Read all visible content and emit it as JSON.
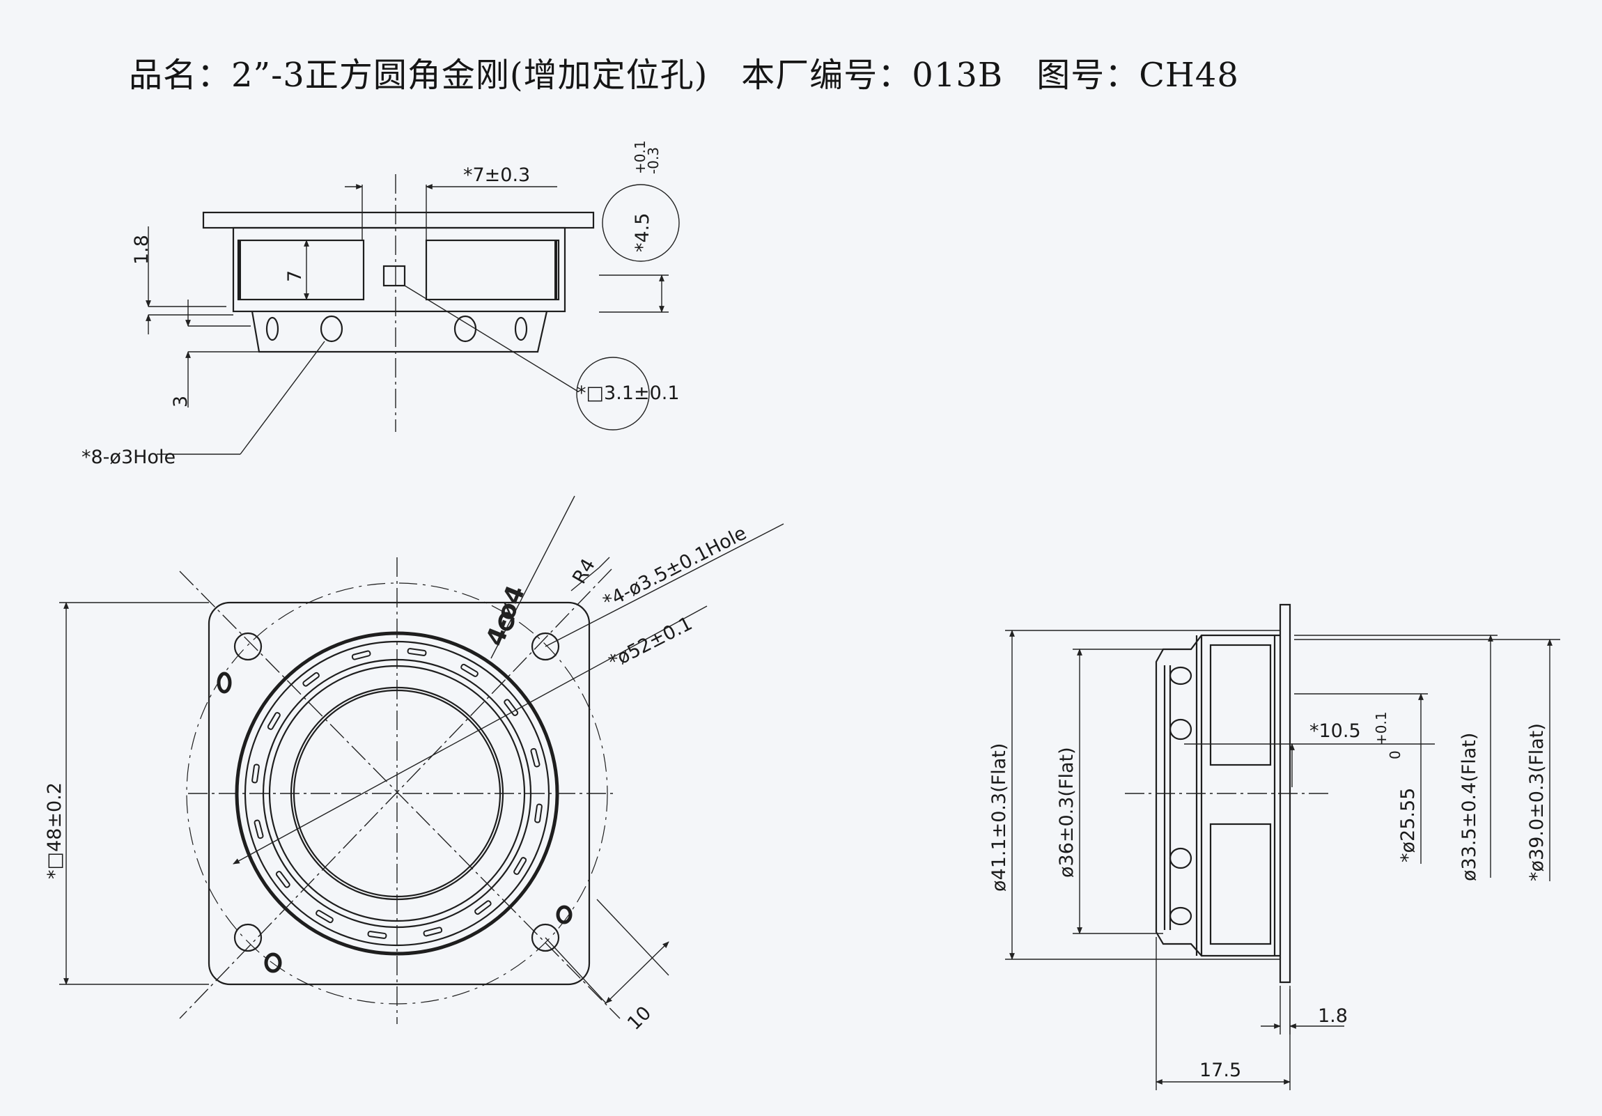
{
  "header": {
    "product_name": "品名：2”-3正方圆角金刚(增加定位孔)",
    "factory_code": "本厂编号：013B",
    "drawing_number": "图号：CH48"
  },
  "top_view": {
    "dim_width_7": "*7±0.3",
    "dim_height_4_5": "*4.5",
    "tol_plus": "+0.1",
    "tol_minus": "-0.3",
    "dim_1_8": "1.8",
    "dim_7": "7",
    "dim_3": "3",
    "square_hole": "*□3.1±0.1",
    "holes_note": "*8-ø3Hole"
  },
  "front_view": {
    "radius": "R4",
    "mount_holes": "*4-ø3.5±0.1Hole",
    "diameter_52": "*ø52±0.1",
    "square_48": "*□48±0.2",
    "dim_10": "10",
    "handwritten_note": "4-ø4"
  },
  "side_view": {
    "dia_41_1": "ø41.1±0.3(Flat)",
    "dia_36": "ø36±0.3(Flat)",
    "dim_10_5": "*10.5",
    "tol_plus": "+0.1",
    "tol_zero": "0",
    "dia_25_55": "*ø25.55",
    "dia_33_5": "ø33.5±0.4(Flat)",
    "dia_39": "*ø39.0±0.3(Flat)",
    "dim_1_8": "1.8",
    "dim_17_5": "17.5"
  }
}
